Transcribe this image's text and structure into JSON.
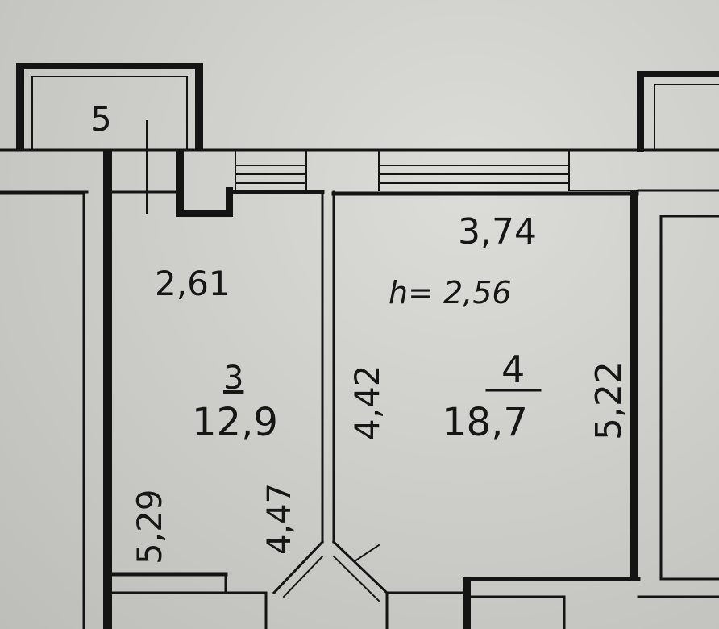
{
  "plan": {
    "balcony": {
      "number": "5"
    },
    "room_left": {
      "number": "3",
      "area": "12,9",
      "width": "2,61",
      "length_right": "4,47",
      "length_left": "5,29"
    },
    "room_right": {
      "number": "4",
      "area": "18,7",
      "width": "3,74",
      "length_left": "4,42",
      "length_right": "5,22",
      "ceiling_height": "h= 2,56"
    }
  }
}
